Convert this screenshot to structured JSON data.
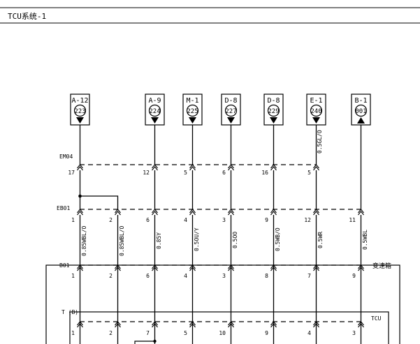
{
  "header": {
    "title": "TCU系统-1"
  },
  "refs": [
    {
      "conn": "A-12",
      "code": "223",
      "dir": "down"
    },
    {
      "conn": "A-9",
      "code": "224",
      "dir": "down"
    },
    {
      "conn": "M-1",
      "code": "225",
      "dir": "down"
    },
    {
      "conn": "D-8",
      "code": "227",
      "dir": "down"
    },
    {
      "conn": "D-8",
      "code": "229",
      "dir": "down"
    },
    {
      "conn": "E-1",
      "code": "240",
      "dir": "down"
    },
    {
      "conn": "B-1",
      "code": "001",
      "dir": "up"
    }
  ],
  "em04": {
    "label": "EM04",
    "pins": [
      "17",
      "12",
      "5",
      "6",
      "16",
      "5"
    ]
  },
  "eb01": {
    "label": "EB01",
    "pins": [
      "1",
      "2",
      "6",
      "4",
      "3",
      "9",
      "12",
      "11"
    ]
  },
  "b01": {
    "label": "B01",
    "pins": [
      "1",
      "2",
      "6",
      "4",
      "3",
      "8",
      "7",
      "9"
    ],
    "side_label": "变速箱"
  },
  "tcu": {
    "label": "T (B)",
    "pins": [
      "1",
      "2",
      "7",
      "5",
      "10",
      "9",
      "4",
      "3"
    ],
    "side_label": "TCU"
  },
  "wire_upper": "0.5GL/O",
  "wires": [
    "0.85WBL/O",
    "0.85WBL/O",
    "0.85Y",
    "0.5OU/Y",
    "0.5OO",
    "0.5WB/O",
    "0.5WR",
    "0.5WBL"
  ]
}
